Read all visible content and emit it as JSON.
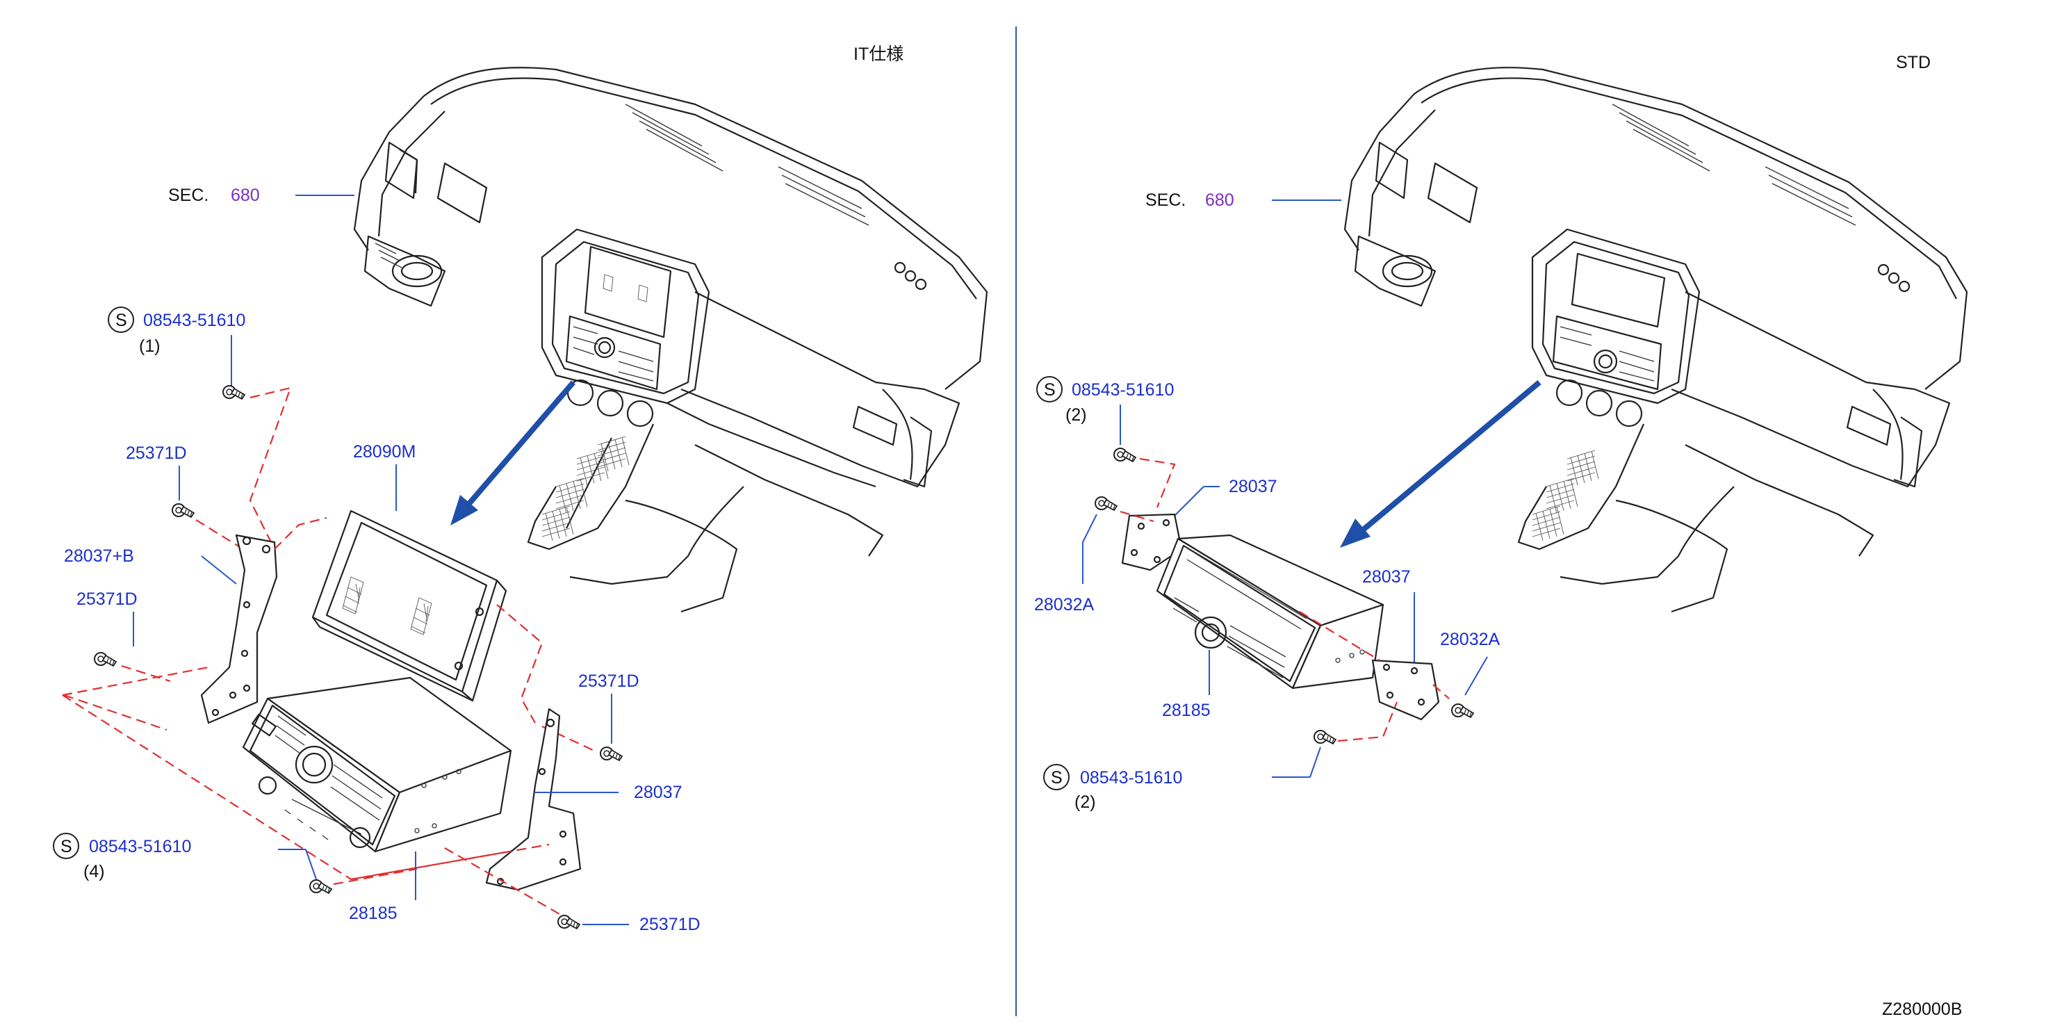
{
  "variants": {
    "left": {
      "title": "IT仕様"
    },
    "right": {
      "title": "STD"
    }
  },
  "drawing_code": "Z280000B",
  "section_refs": {
    "left": {
      "prefix": "SEC.",
      "number": "680"
    },
    "right": {
      "prefix": "SEC.",
      "number": "680"
    }
  },
  "callouts": {
    "left": {
      "screw_top": {
        "symbol": "S",
        "part": "08543-51610",
        "qty": "(1)"
      },
      "screw_bottom": {
        "symbol": "S",
        "part": "08543-51610",
        "qty": "(4)"
      },
      "p25371d_a": "25371D",
      "p25371d_b": "25371D",
      "p25371d_c": "25371D",
      "p25371d_d": "25371D",
      "p28037b": "28037+B",
      "p28090m": "28090M",
      "p28037": "28037",
      "p28185": "28185"
    },
    "right": {
      "screw_top": {
        "symbol": "S",
        "part": "08543-51610",
        "qty": "(2)"
      },
      "screw_bottom": {
        "symbol": "S",
        "part": "08543-51610",
        "qty": "(2)"
      },
      "p28037_top": "28037",
      "p28037_right": "28037",
      "p28032a_left": "28032A",
      "p28032a_right": "28032A",
      "p28185": "28185"
    }
  },
  "colors": {
    "part_number": "#1a2fd0",
    "section_number": "#7b2fbf",
    "leader_line": "#2a56c6",
    "dashed_assembly_line": "#e03030",
    "arrow": "#1f4fa8",
    "divider": "#3b5fa8"
  },
  "icons": {
    "direction_arrow": "arrow-icon",
    "standard_part_mark": "circled-s-icon",
    "screw": "screw-icon"
  }
}
